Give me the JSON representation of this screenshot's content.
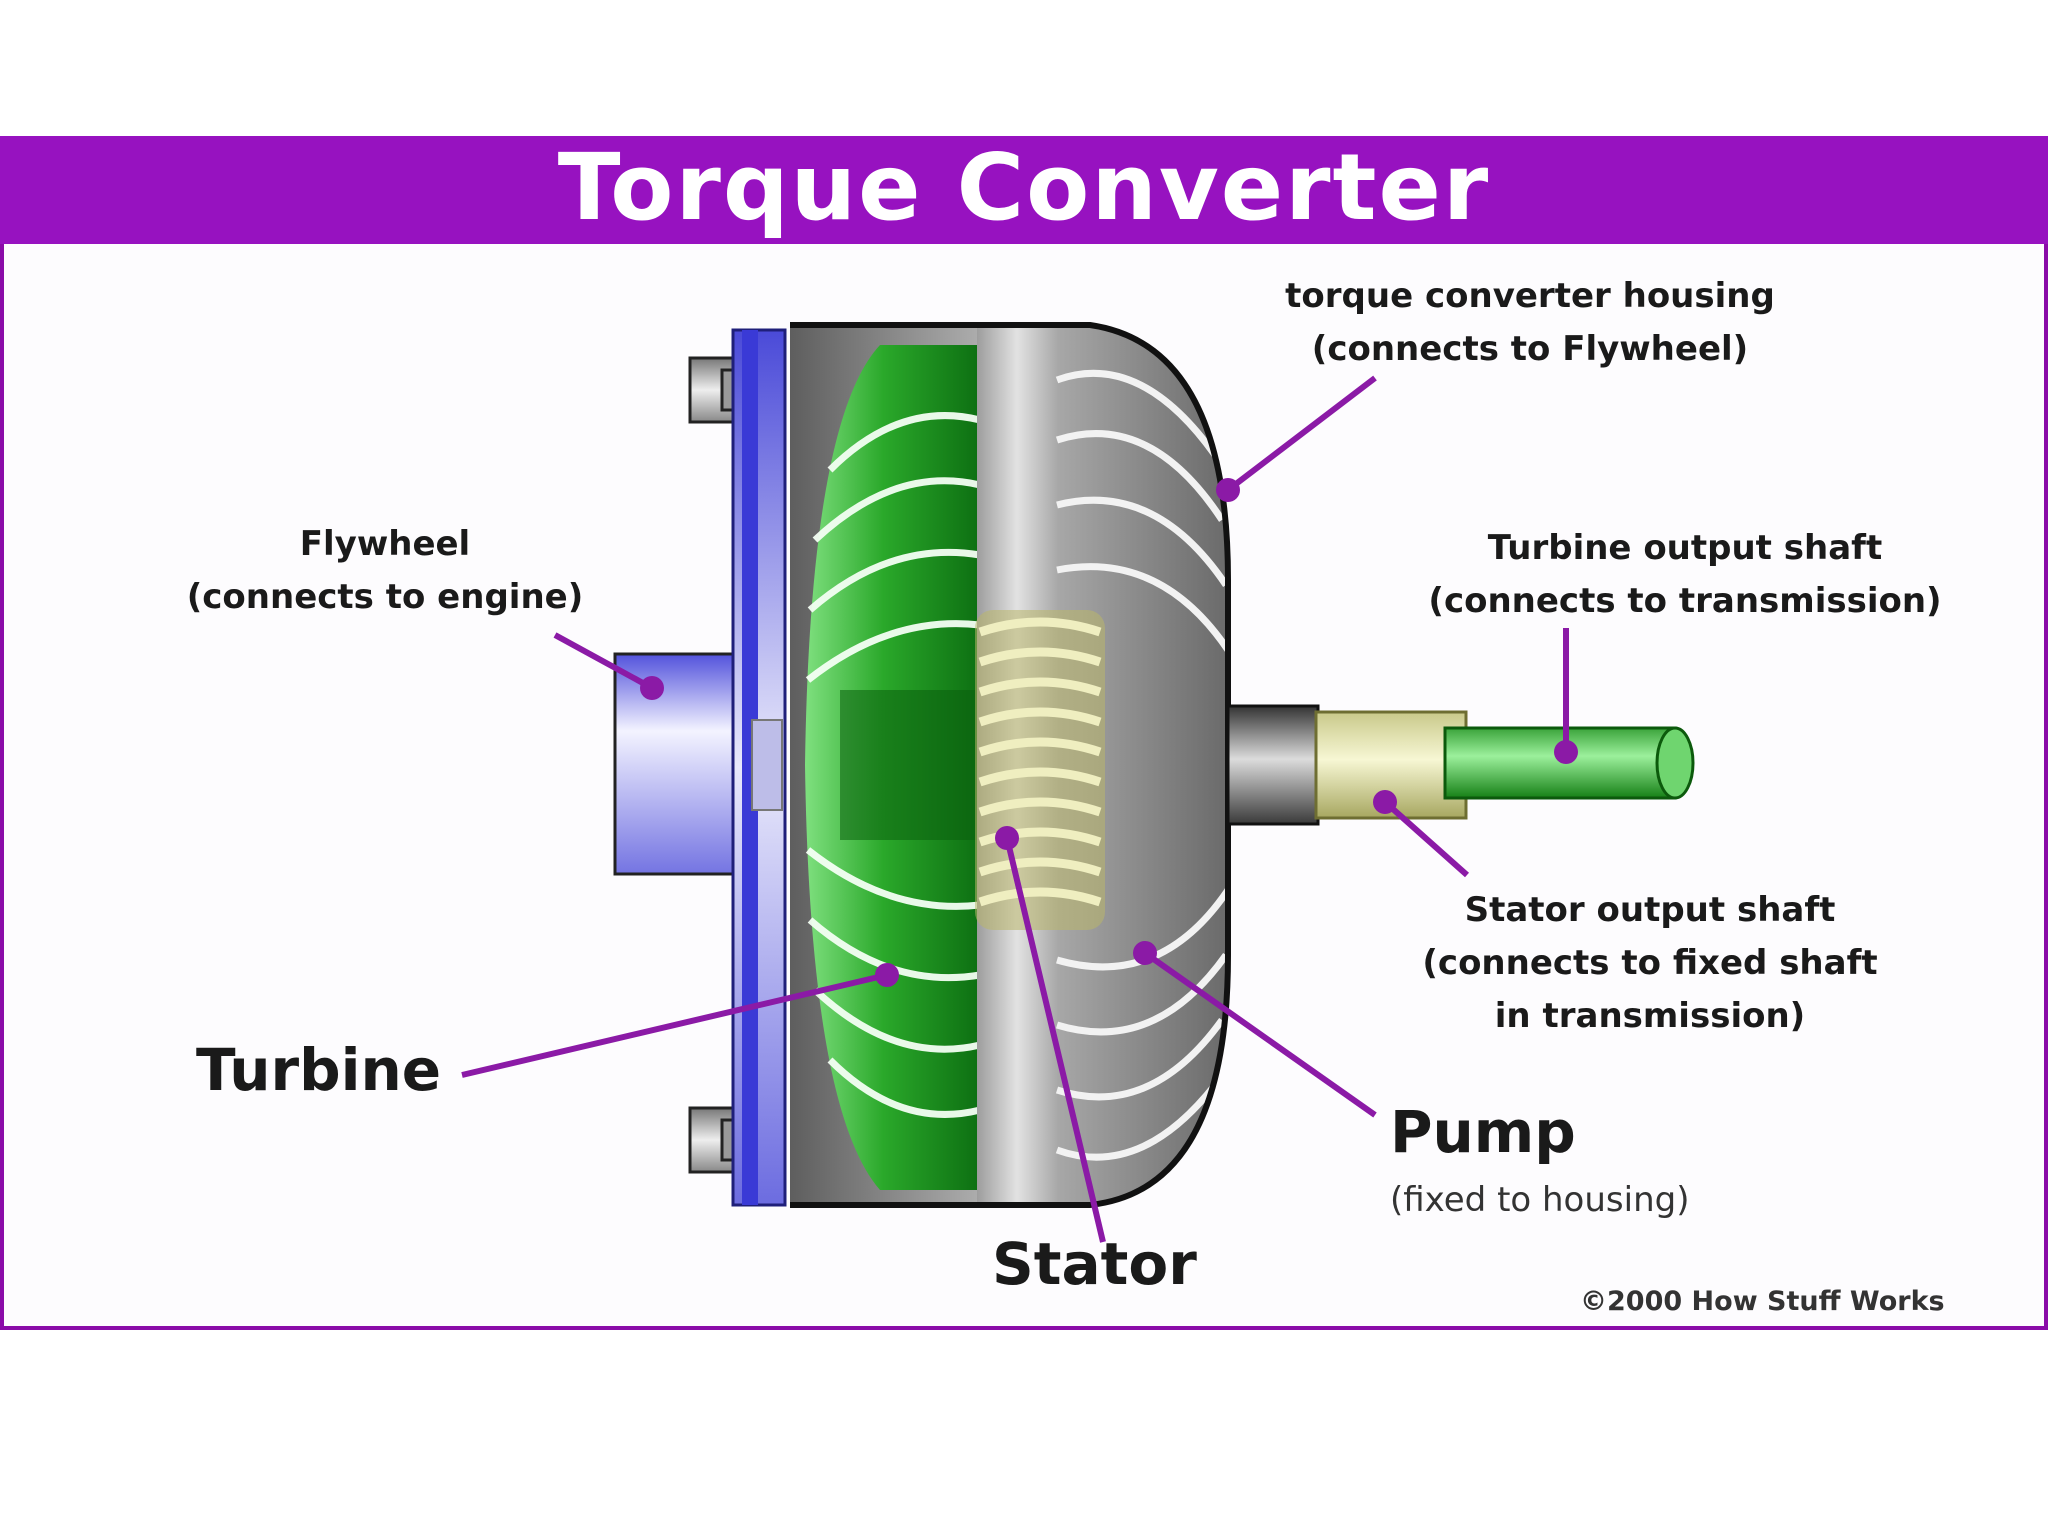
{
  "title": "Torque Converter",
  "colors": {
    "title_bar": "#9712c0",
    "frame": "#8a0ca8",
    "leader": "#8b1aa6",
    "turbine_green": "#1f9d2a",
    "flywheel_blue": "#3a3ad6",
    "stator_yellow": "#c9c77a",
    "housing_grey": "#8e8e8e"
  },
  "labels": {
    "housing_line1": "torque converter housing",
    "housing_line2": "(connects to Flywheel)",
    "flywheel_line1": "Flywheel",
    "flywheel_line2": "(connects to engine)",
    "turbine_shaft_line1": "Turbine output shaft",
    "turbine_shaft_line2": "(connects to transmission)",
    "stator_shaft_line1": "Stator output shaft",
    "stator_shaft_line2": "(connects to fixed shaft",
    "stator_shaft_line3": "in transmission)",
    "turbine": "Turbine",
    "pump": "Pump",
    "pump_sub": "(fixed to housing)",
    "stator": "Stator",
    "copyright": "©2000 How Stuff Works"
  }
}
